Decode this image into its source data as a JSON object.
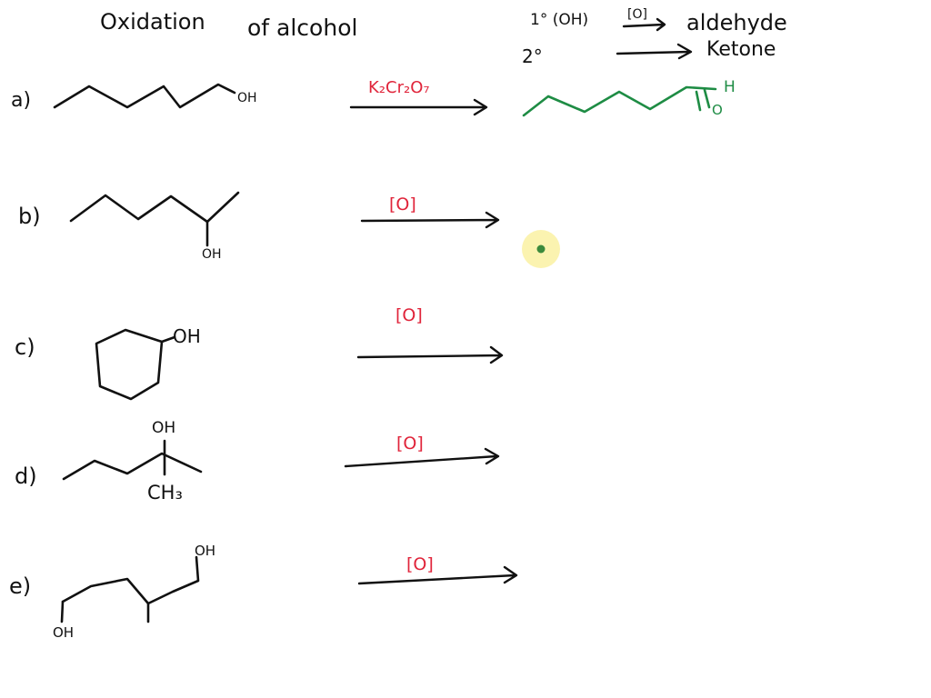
{
  "colors": {
    "ink": "#111111",
    "reagent": "#e0243a",
    "product": "#1e8c44",
    "cursor_halo": "#fbf3b0",
    "cursor_dot": "#3c8a3c"
  },
  "header": {
    "title_left": "Oxidation",
    "title_right": "of alcohol",
    "rule_primary": "1° (OH)",
    "rule_primary_reagent": "[O]",
    "rule_primary_product": "aldehyde",
    "rule_secondary": "2°",
    "rule_secondary_product": "Ketone"
  },
  "problems": [
    {
      "label": "a)",
      "hydroxyl": "OH",
      "reagent": "K₂Cr₂O₇",
      "product_o": "O",
      "product_h": "H"
    },
    {
      "label": "b)",
      "hydroxyl": "OH",
      "reagent": "[O]"
    },
    {
      "label": "c)",
      "hydroxyl": "OH",
      "reagent": "[O]"
    },
    {
      "label": "d)",
      "hydroxyl": "OH",
      "methyl": "CH₃",
      "reagent": "[O]"
    },
    {
      "label": "e)",
      "hydroxyl_top": "OH",
      "hydroxyl_bottom": "OH",
      "reagent": "[O]"
    }
  ]
}
